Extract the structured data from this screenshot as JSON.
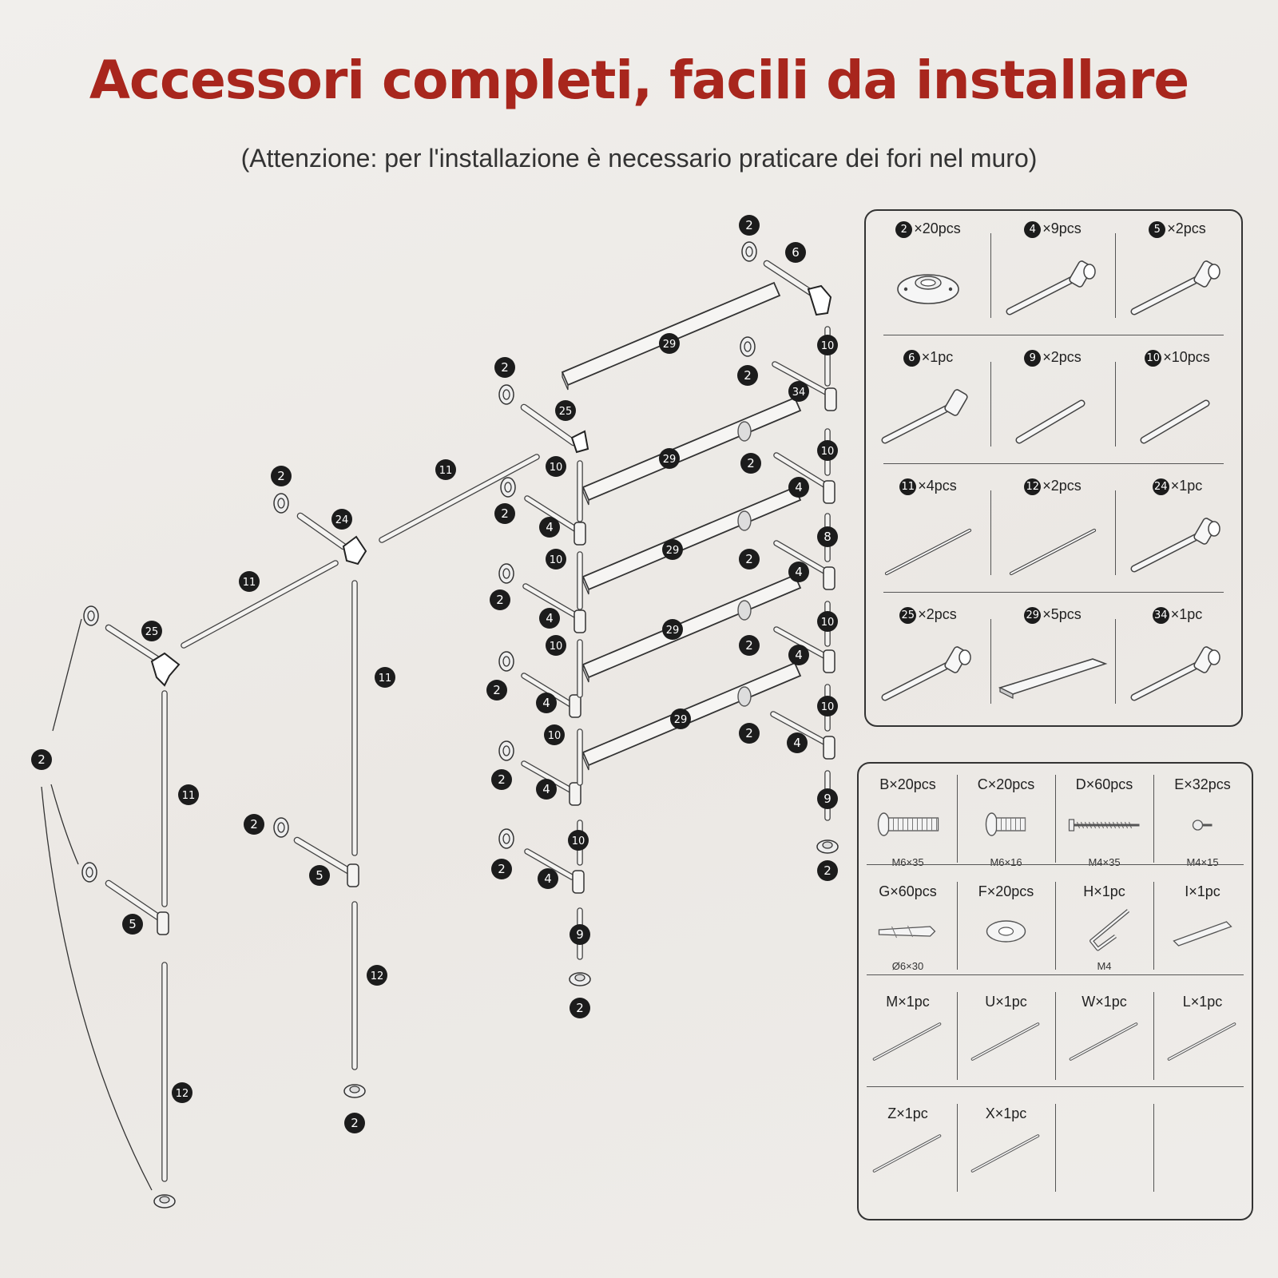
{
  "title": "Accessori completi, facili da installare",
  "subtitle": "(Attenzione: per l'installazione è necessario praticare dei fori nel muro)",
  "diagram_labels": [
    "2",
    "6",
    "29",
    "10",
    "34",
    "25",
    "11",
    "24",
    "4",
    "8",
    "12",
    "9",
    "5"
  ],
  "parts": [
    {
      "num": "2",
      "qty": "×20pcs",
      "icon": "flange-icon"
    },
    {
      "num": "4",
      "qty": "×9pcs",
      "icon": "pipe-tee-icon"
    },
    {
      "num": "5",
      "qty": "×2pcs",
      "icon": "pipe-tee-icon"
    },
    {
      "num": "6",
      "qty": "×1pc",
      "icon": "pipe-elbow-icon"
    },
    {
      "num": "9",
      "qty": "×2pcs",
      "icon": "short-pipe-icon"
    },
    {
      "num": "10",
      "qty": "×10pcs",
      "icon": "short-pipe-icon"
    },
    {
      "num": "11",
      "qty": "×4pcs",
      "icon": "long-pipe-icon"
    },
    {
      "num": "12",
      "qty": "×2pcs",
      "icon": "long-pipe-icon"
    },
    {
      "num": "24",
      "qty": "×1pc",
      "icon": "pipe-tee-icon"
    },
    {
      "num": "25",
      "qty": "×2pcs",
      "icon": "pipe-three-way-icon"
    },
    {
      "num": "29",
      "qty": "×5pcs",
      "icon": "shelf-board-icon"
    },
    {
      "num": "34",
      "qty": "×1pc",
      "icon": "pipe-tee-icon"
    }
  ],
  "hardware": [
    {
      "label": "B×20pcs",
      "spec": "M6×35",
      "icon": "bolt-long-icon"
    },
    {
      "label": "C×20pcs",
      "spec": "M6×16",
      "icon": "bolt-short-icon"
    },
    {
      "label": "D×60pcs",
      "spec": "M4×35",
      "icon": "wood-screw-icon"
    },
    {
      "label": "E×32pcs",
      "spec": "M4×15",
      "icon": "short-screw-icon"
    },
    {
      "label": "G×60pcs",
      "spec": "Ø6×30",
      "icon": "wall-anchor-icon"
    },
    {
      "label": "F×20pcs",
      "spec": "",
      "icon": "washer-icon"
    },
    {
      "label": "H×1pc",
      "spec": "M4",
      "icon": "hex-key-icon"
    },
    {
      "label": "I×1pc",
      "spec": "",
      "icon": "bracket-icon"
    },
    {
      "label": "M×1pc",
      "spec": "",
      "icon": "rod-icon"
    },
    {
      "label": "U×1pc",
      "spec": "",
      "icon": "rod-icon"
    },
    {
      "label": "W×1pc",
      "spec": "",
      "icon": "rod-icon"
    },
    {
      "label": "L×1pc",
      "spec": "",
      "icon": "rod-icon"
    },
    {
      "label": "Z×1pc",
      "spec": "",
      "icon": "rod-icon"
    },
    {
      "label": "X×1pc",
      "spec": "",
      "icon": "rod-icon"
    }
  ]
}
